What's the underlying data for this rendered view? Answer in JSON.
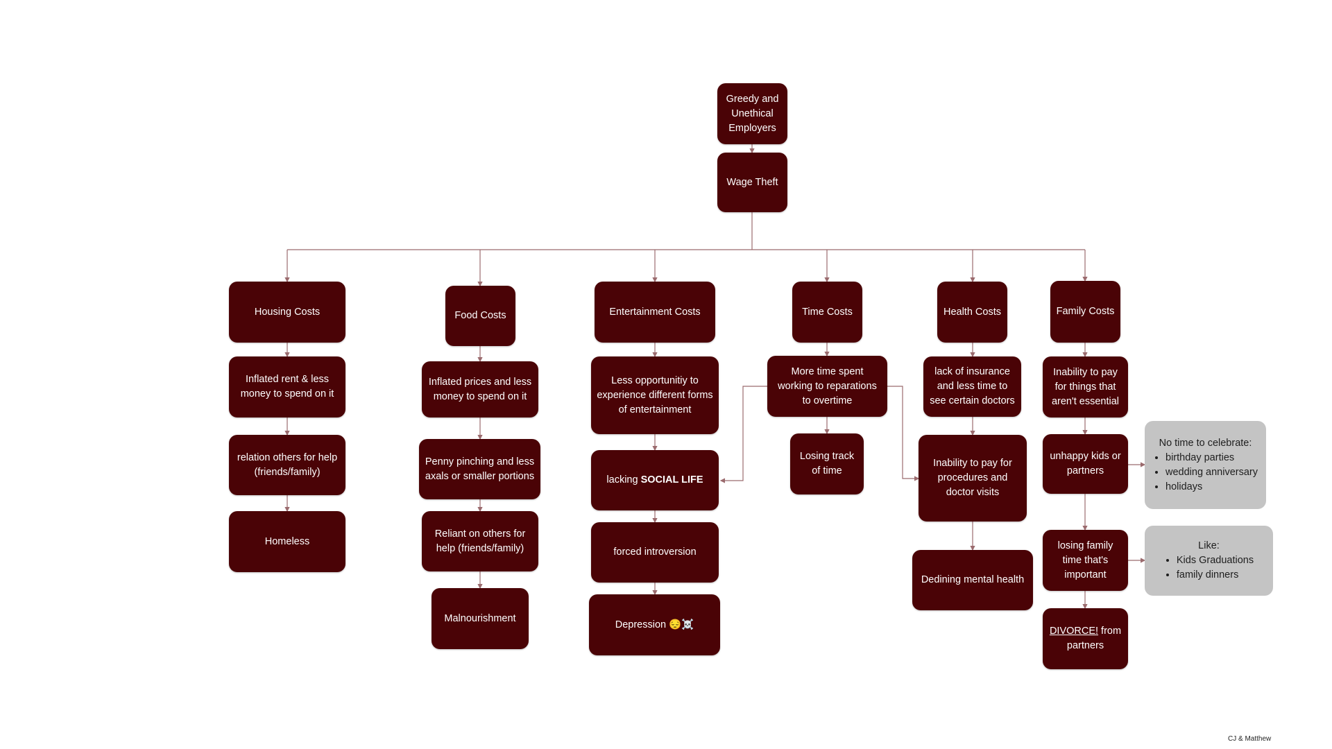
{
  "nodes": {
    "greedy": "Greedy and Unethical Employers",
    "wage_theft": "Wage Theft",
    "housing": {
      "title": "Housing Costs",
      "items": [
        "Inflated rent & less money to spend on it",
        "relation others for help (friends/family)",
        "Homeless"
      ]
    },
    "food": {
      "title": "Food Costs",
      "items": [
        "Inflated prices and less money to spend on it",
        "Penny pinching and less axals or smaller portions",
        "Reliant on others for help (friends/family)",
        "Malnourishment"
      ]
    },
    "entertainment": {
      "title": "Entertainment Costs",
      "item1": "Less opportunitiy to experience different forms of entertainment",
      "lacking_prefix": "lacking ",
      "lacking_bold": "SOCIAL LIFE",
      "item3": "forced introversion",
      "item4": "Depression 😔☠️"
    },
    "time": {
      "title": "Time Costs",
      "items": [
        "More time spent working to reparations to  overtime",
        "Losing track of time"
      ]
    },
    "health": {
      "title": "Health Costs",
      "items": [
        "lack of insurance and less time to see certain doctors",
        "Inability to pay for procedures and doctor visits",
        "Dedining mental health"
      ]
    },
    "family": {
      "title": "Family Costs",
      "item1": "Inability to pay for things that aren't essential",
      "item2": "unhappy kids or partners",
      "item3": "losing family time that's important",
      "divorce_underlined": "DIVORCE!",
      "divorce_rest": " from partners"
    }
  },
  "notes": {
    "celebrate": {
      "heading": "No time to celebrate:",
      "items": [
        "birthday parties",
        "wedding anniversary",
        "holidays"
      ]
    },
    "like": {
      "heading": "Like:",
      "items": [
        "Kids Graduations",
        "family dinners"
      ]
    }
  },
  "footer": "CJ & Matthew",
  "colors": {
    "node_fill": "#4a0306",
    "node_text": "#ffffff",
    "note_fill": "#c4c4c4",
    "connector": "#9b6b6e"
  }
}
